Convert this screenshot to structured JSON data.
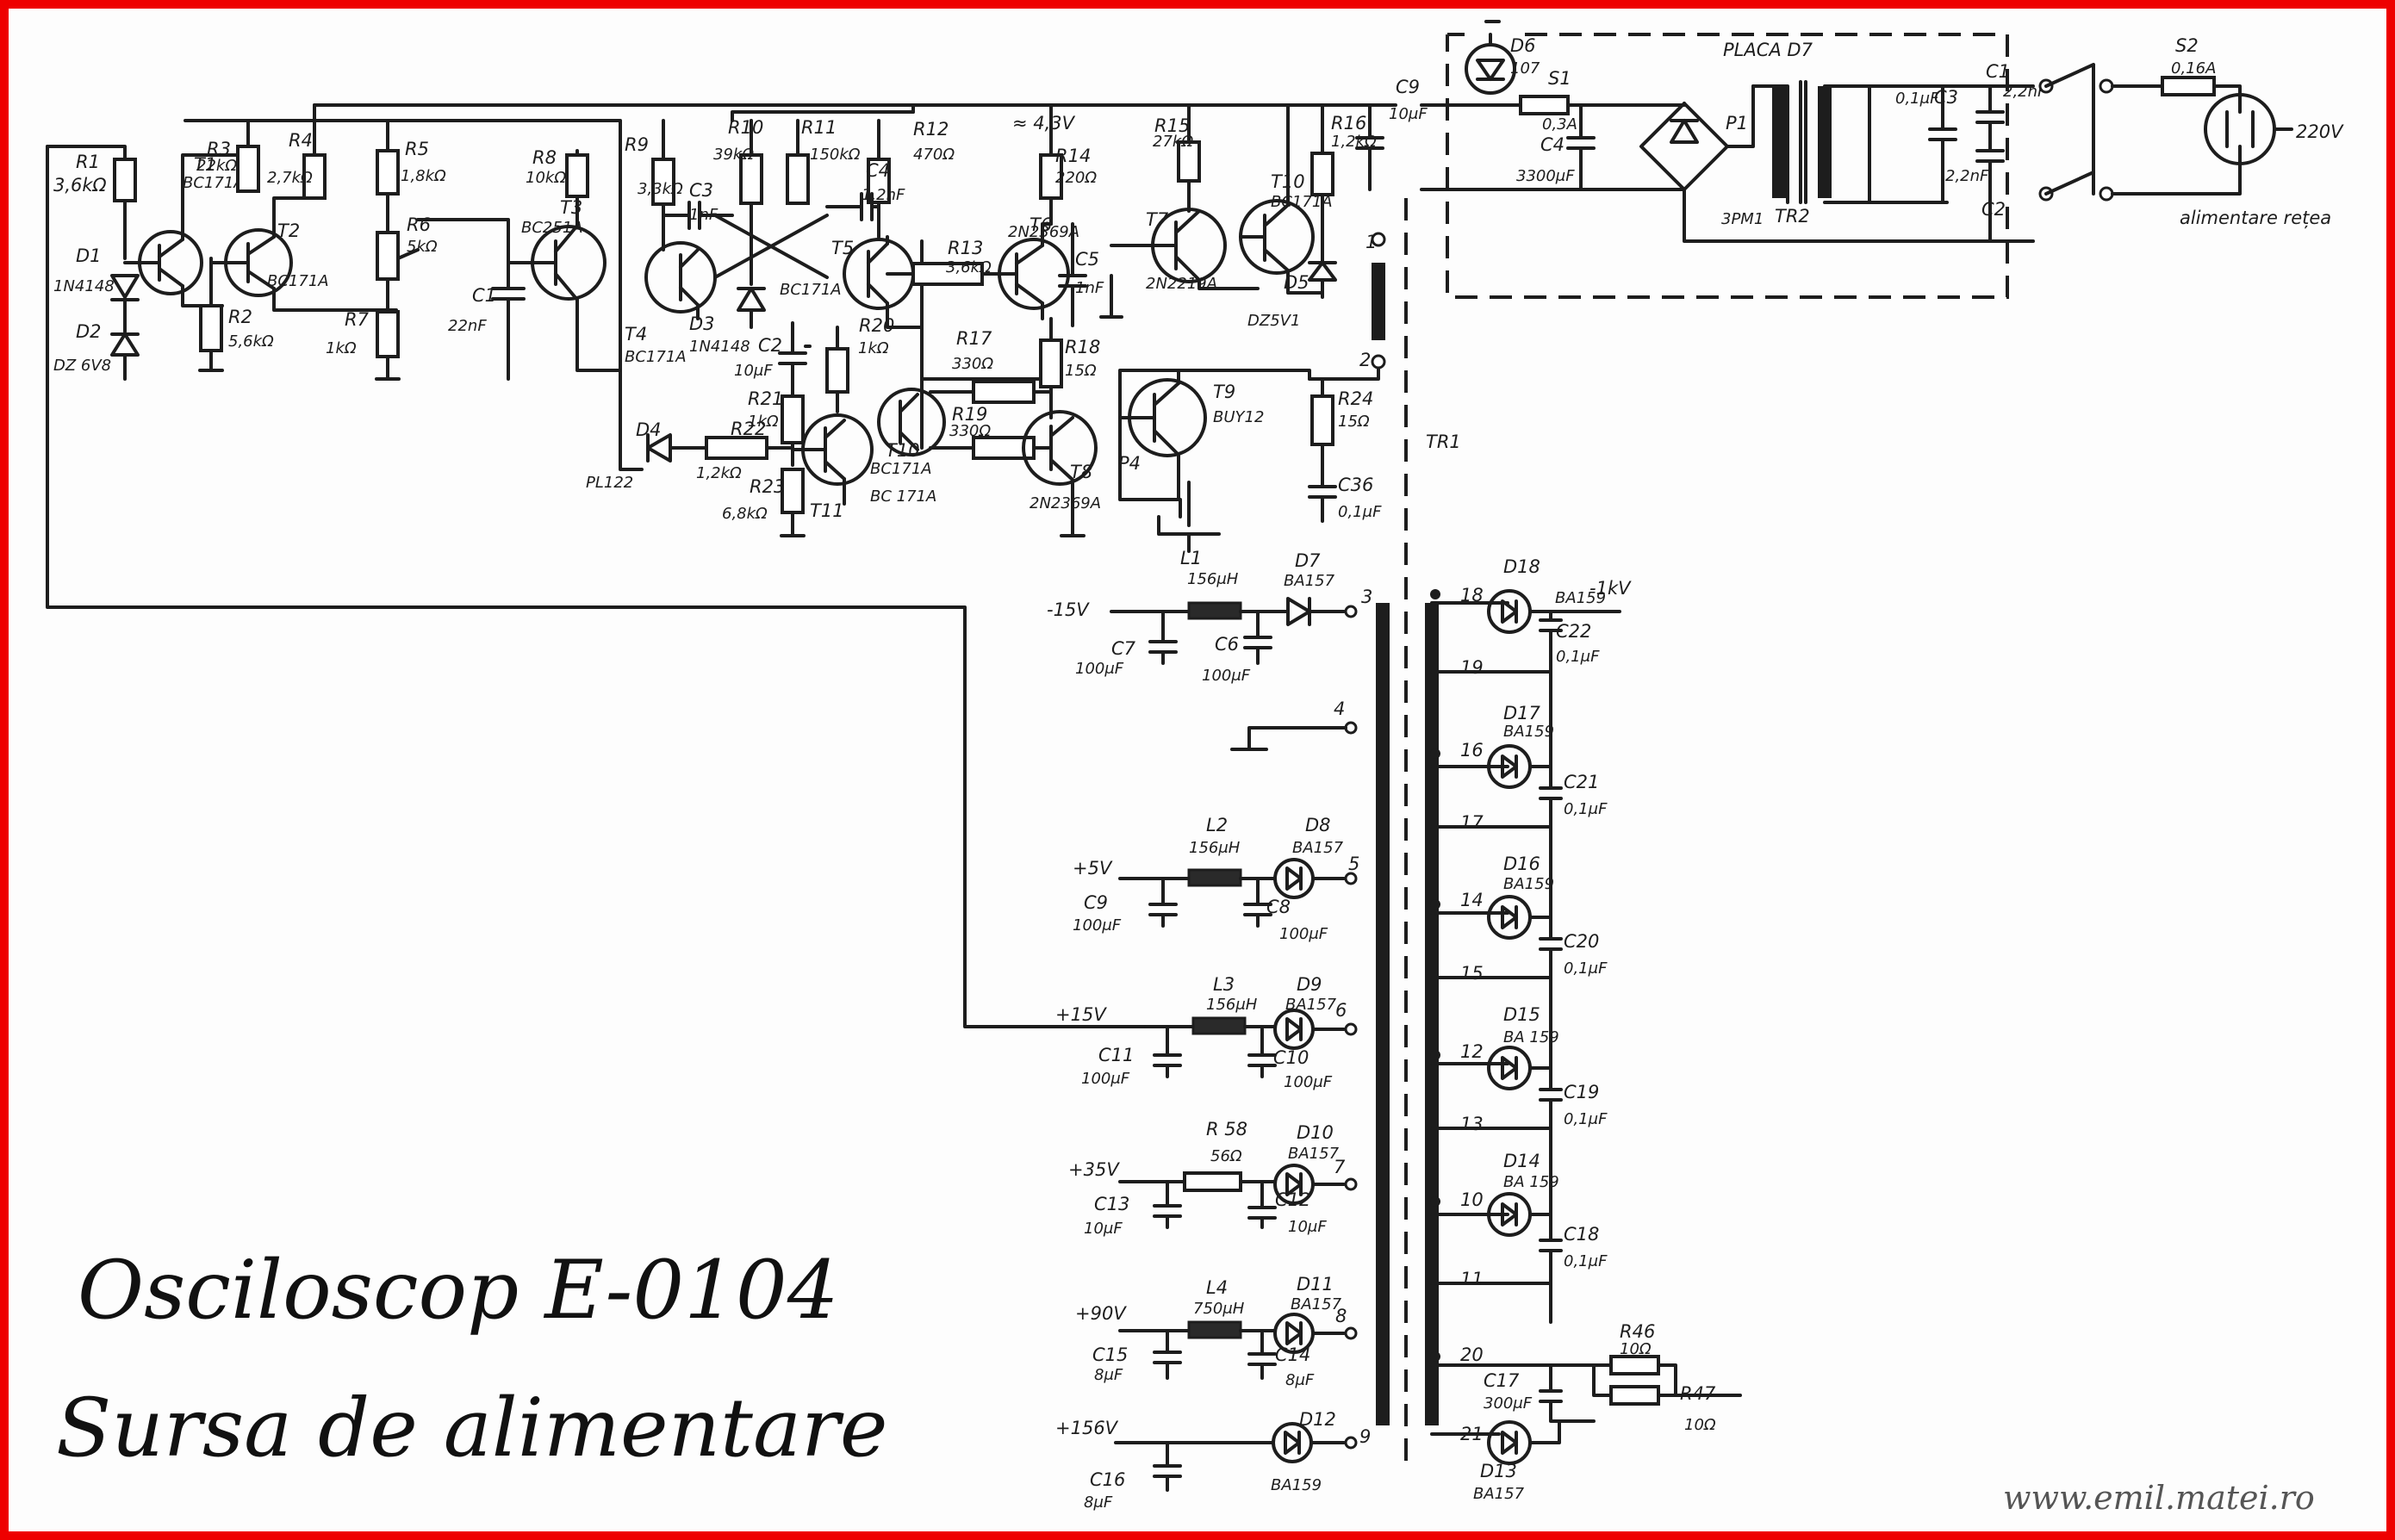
{
  "title": "Osciloscop E-0104",
  "subtitle": "Sursa de alimentare",
  "watermark": "www.emil.matei.ro",
  "colors": {
    "border": "#ee0000",
    "ink": "#1d1d1d"
  },
  "labels": {
    "R1": "R1",
    "R1v": "3,6kΩ",
    "D1": "D1",
    "D1v": "1N4148",
    "D2": "D2",
    "D2v": "DZ 6V8",
    "R3": "R3",
    "R3v": "22kΩ",
    "T1": "T1",
    "T1v": "BC171A",
    "R2": "R2",
    "R2v": "5,6kΩ",
    "R4": "R4",
    "R4v": "2,7kΩ",
    "T2": "T2",
    "T2v": "BC171A",
    "R5": "R5",
    "R5v": "1,8kΩ",
    "R6": "R6",
    "R6v": "5kΩ",
    "R7": "R7",
    "R7v": "1kΩ",
    "R8": "R8",
    "R8v": "10kΩ",
    "T3": "T3",
    "T3v": "BC251A",
    "C1": "C1",
    "C1v": "22nF",
    "R9": "R9",
    "R9v": "3,3kΩ",
    "C3": "C3",
    "C3v": "1nF",
    "R10": "R10",
    "R10v": "39kΩ",
    "R11": "R11",
    "R11v": "150kΩ",
    "C4": "C4",
    "C4v": "1,2nF",
    "R12": "R12",
    "R12v": "470Ω",
    "volt43": "≈ 4,3V",
    "T4": "T4",
    "T4v": "BC171A",
    "D3": "D3",
    "D3v": "1N4148",
    "T5": "T5",
    "T5v": "BC171A",
    "R13": "R13",
    "R13v": "3,6kΩ",
    "T6": "T6",
    "T6v": "2N2369A",
    "C5": "C5",
    "C5v": "1nF",
    "R15": "R15",
    "R15v": "27kΩ",
    "R14": "R14",
    "R14v": "220Ω",
    "T7": "T7",
    "T7v": "2N2219A",
    "T10": "T10",
    "T10v": "BC171A",
    "D5": "D5",
    "D5v": "DZ5V1",
    "R16": "R16",
    "R16v": "1,2kΩ",
    "C9": "C9",
    "C9v": "10μF",
    "C2": "C2",
    "C2v": "10μF",
    "R20": "R20",
    "R20v": "1kΩ",
    "R21": "R21",
    "R21v": "1kΩ",
    "R17": "R17",
    "R17v": "330Ω",
    "R19": "R19",
    "R19v": "330Ω",
    "T10b": "T10",
    "T10bv": "BC171A",
    "T11": "T11",
    "T11v": "BC 171A",
    "D4": "D4",
    "D4v": "PL122",
    "R22": "R22",
    "R22v": "1,2kΩ",
    "R23": "R23",
    "R23v": "6,8kΩ",
    "R18": "R18",
    "R18v": "15Ω",
    "T8": "T8",
    "T8v": "2N2369A",
    "T9": "T9",
    "T9v": "BUY12",
    "P4": "P4",
    "R24": "R24",
    "R24v": "15Ω",
    "C36": "C36",
    "C36v": "0,1μF",
    "L1": "L1",
    "TR1": "TR1",
    "D6": "D6",
    "D6v": "107",
    "S1": "S1",
    "S1v": "0,3A",
    "C4b": "C4",
    "C4bv": "3300μF",
    "placa": "PLACA D7",
    "P1": "P1",
    "P1v": "3PM1",
    "TR2": "TR2",
    "C3b": "C3",
    "C3bv": "0,1μF",
    "C1b": "C1",
    "C1bv": "2,2nF",
    "C2b": "C2",
    "C2bv": "2,2nF",
    "S2": "S2",
    "S2v": "0,16A",
    "v220": "220V",
    "mains": "alimentare rețea",
    "m15": "-15V",
    "L1v": "156μH",
    "D7": "D7",
    "D7v": "BA157",
    "C7": "C7",
    "C7v": "100μF",
    "C6": "C6",
    "C6v": "100μF",
    "p5": "+5V",
    "L2": "L2",
    "L2v": "156μH",
    "D8": "D8",
    "D8v": "BA157",
    "C9b": "C9",
    "C9bv": "100μF",
    "C8": "C8",
    "C8v": "100μF",
    "p15": "+15V",
    "L3": "L3",
    "L3v": "156μH",
    "D9": "D9",
    "D9v": "BA157",
    "C11": "C11",
    "C11v": "100μF",
    "C10": "C10",
    "C10v": "100μF",
    "p35": "+35V",
    "R58": "R 58",
    "R58v": "56Ω",
    "D10": "D10",
    "D10v": "BA157",
    "C13": "C13",
    "C13v": "10μF",
    "C12": "C12",
    "C12v": "10μF",
    "p90": "+90V",
    "L4": "L4",
    "L4v": "750μH",
    "D11": "D11",
    "D11v": "BA157",
    "C15": "C15",
    "C15v": "8μF",
    "C14": "C14",
    "C14v": "8μF",
    "p156": "+156V",
    "D12": "D12",
    "D12v": "BA159",
    "C16": "C16",
    "C16v": "8μF",
    "D18": "D18",
    "D18v": "BA159",
    "m1kv": "-1kV",
    "C22": "C22",
    "C22v": "0,1μF",
    "D17": "D17",
    "D17v": "BA159",
    "C21": "C21",
    "C21v": "0,1μF",
    "D16": "D16",
    "D16v": "BA159",
    "C20": "C20",
    "C20v": "0,1μF",
    "D15": "D15",
    "D15v": "BA 159",
    "C19": "C19",
    "C19v": "0,1μF",
    "D14": "D14",
    "D14v": "BA 159",
    "C18": "C18",
    "C18v": "0,1μF",
    "D13": "D13",
    "D13v": "BA157",
    "C17": "C17",
    "C17v": "300μF",
    "R46": "R46",
    "R46v": "10Ω",
    "R47": "R47",
    "R47v": "10Ω",
    "pin1": "1",
    "pin2": "2",
    "pin3": "3",
    "pin4": "4",
    "pin5": "5",
    "pin6": "6",
    "pin7": "7",
    "pin8": "8",
    "pin9": "9",
    "pin10": "10",
    "pin11": "11",
    "pin12": "12",
    "pin13": "13",
    "pin14": "14",
    "pin15": "15",
    "pin16": "16",
    "pin17": "17",
    "pin18": "18",
    "pin19": "19",
    "pin20": "20",
    "pin21": "21"
  }
}
